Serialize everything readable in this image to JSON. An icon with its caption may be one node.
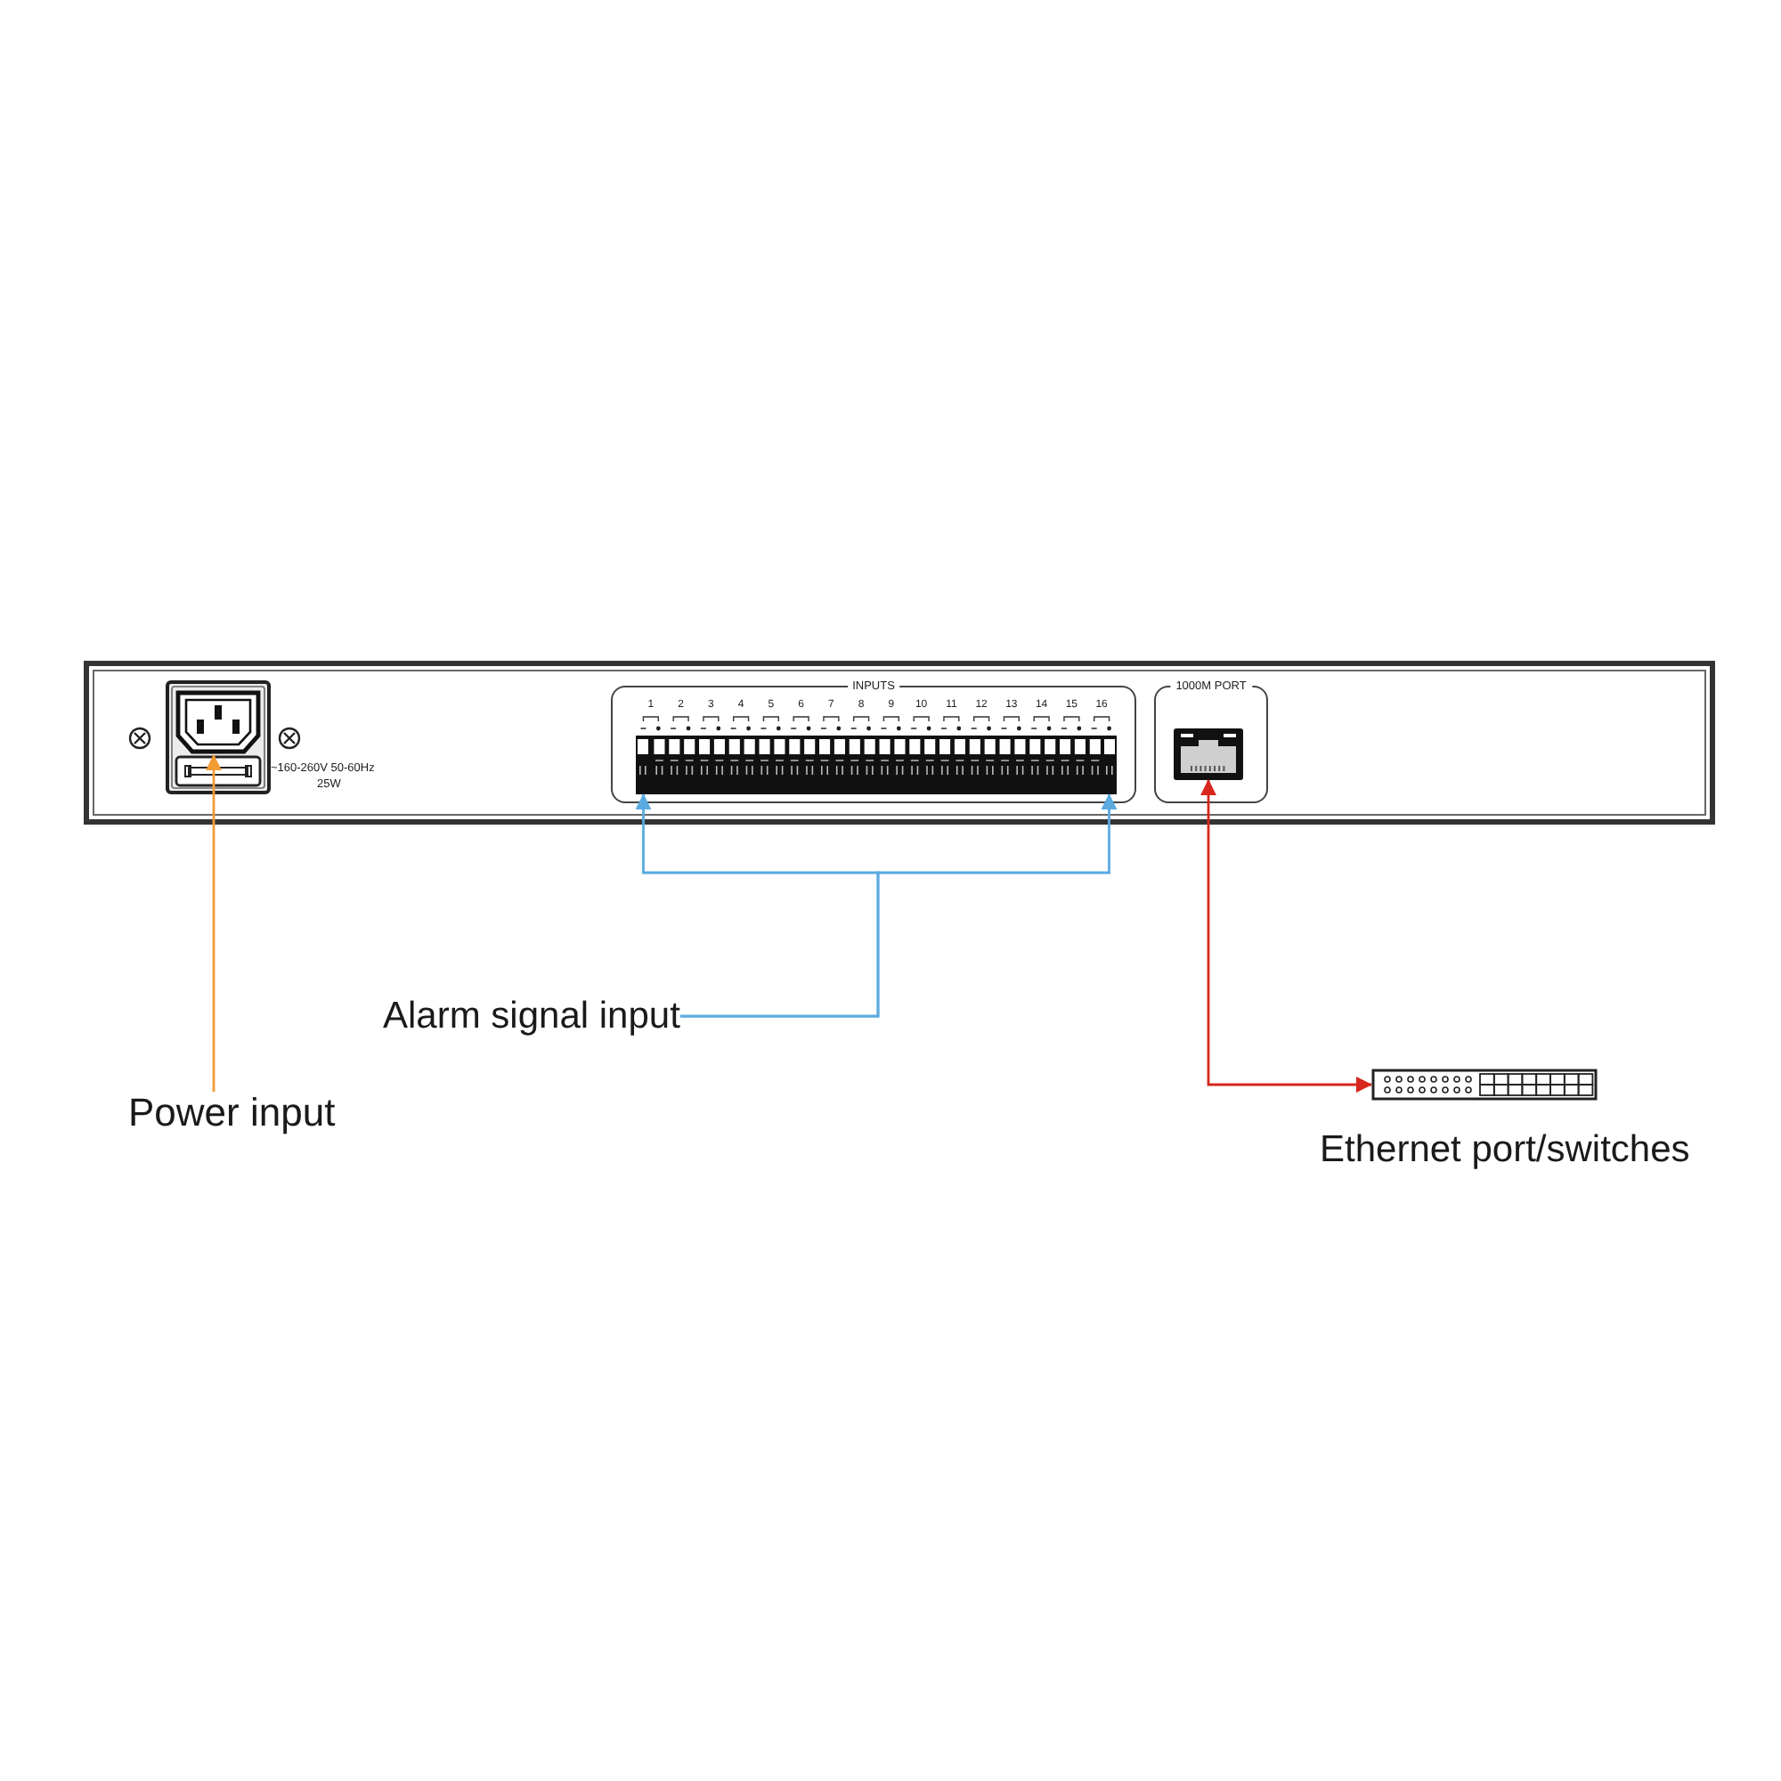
{
  "diagram": {
    "nodes": [
      {
        "text": [],
        "shape": "box"
      },
      {
        "text": [],
        "shape": "picture",
        "in": 0,
        "beside": [
          "~160-260V 50-60Hz",
          "25W"
        ]
      },
      {
        "text": [
          "INPUTS"
        ],
        "in": 0
      },
      {
        "text": [],
        "shape": "box",
        "in": 2
      },
      {
        "text": [],
        "shape": "box",
        "in": 2
      },
      {
        "text": [
          "1000M PORT"
        ],
        "in": 0
      },
      {
        "text": [],
        "shape": "picture",
        "in": 5
      },
      {
        "text": [
          "Alarm signal input"
        ]
      },
      {
        "text": [],
        "shape": "picture",
        "beside": [
          "Ethernet port/switches"
        ]
      },
      {
        "text": [
          "Power input"
        ]
      }
    ],
    "edges": [
      {
        "from": 9,
        "to": 1,
        "arrow": "to",
        "color": "#f39c34"
      },
      {
        "from": 7,
        "to": 3,
        "arrow": "to",
        "color": "#5aaae0"
      },
      {
        "from": 7,
        "to": 4,
        "arrow": "to",
        "color": "#5aaae0"
      },
      {
        "from": 6,
        "to": 8,
        "arrow": "both",
        "color": "#d7261e"
      }
    ],
    "labels": [
      "1",
      "2",
      "3",
      "4",
      "5",
      "6",
      "7",
      "8",
      "9",
      "10",
      "11",
      "12",
      "13",
      "14",
      "15",
      "16"
    ]
  }
}
